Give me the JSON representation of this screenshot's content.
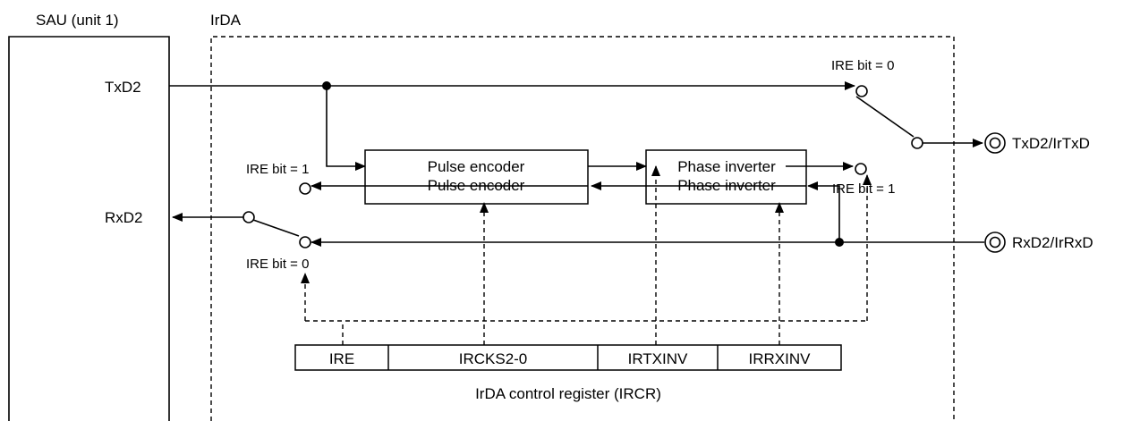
{
  "blocks": {
    "sau_title": "SAU (unit 1)",
    "irda_title": "IrDA"
  },
  "signals": {
    "txd2": "TxD2",
    "rxd2": "RxD2",
    "txd2_pin": "TxD2/IrTxD",
    "rxd2_pin": "RxD2/IrRxD"
  },
  "functional_blocks": {
    "encoder_tx": "Pulse encoder",
    "encoder_rx": "Pulse encoder",
    "inverter_tx": "Phase inverter",
    "inverter_rx": "Phase inverter"
  },
  "switch_labels": {
    "tx_ire0": "IRE bit = 0",
    "tx_ire1": "IRE bit = 1",
    "rx_ire1": "IRE bit = 1",
    "rx_ire0": "IRE bit = 0"
  },
  "register": {
    "fields": [
      "IRE",
      "IRCKS2-0",
      "IRTXINV",
      "IRRXINV"
    ],
    "caption": "IrDA control register (IRCR)"
  }
}
